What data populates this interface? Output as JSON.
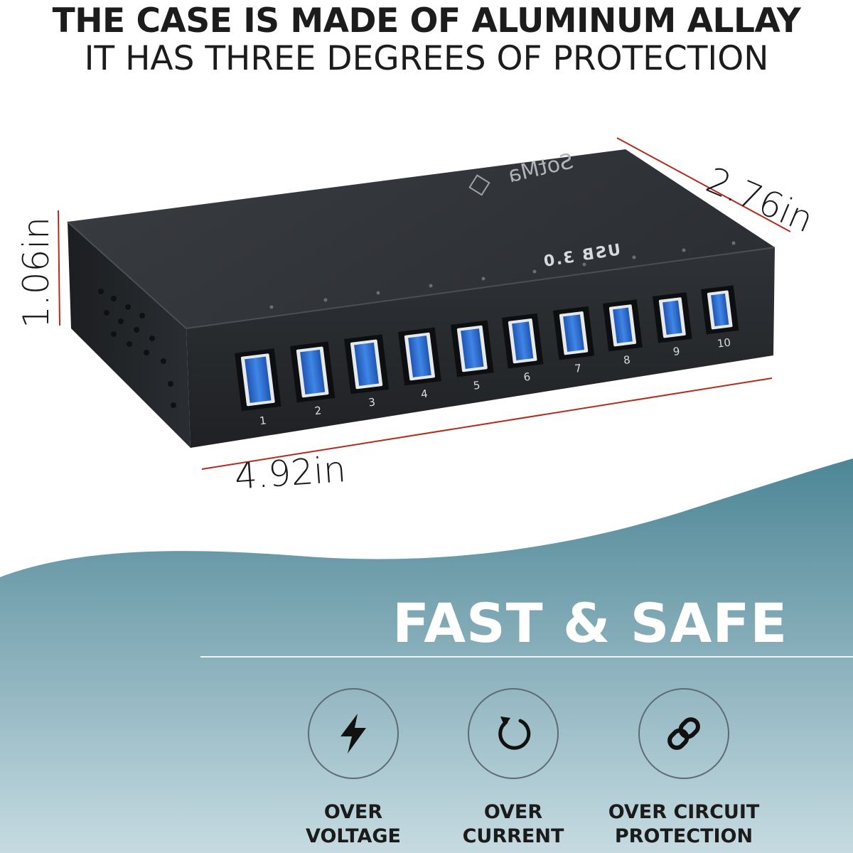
{
  "headline": {
    "line1": "THE CASE IS MADE OF ALUMINUM ALLAY",
    "line2": "IT HAS THREE DEGREES OF PROTECTION"
  },
  "product": {
    "brand": "SotMa",
    "badge": "USB 3.0",
    "ports": [
      "1",
      "2",
      "3",
      "4",
      "5",
      "6",
      "7",
      "8",
      "9",
      "10"
    ],
    "dimensions": {
      "width": "4.92in",
      "depth": "2.76in",
      "height": "1.06in"
    },
    "colors": {
      "case": "#2b2e31",
      "port_blue": "#2f6fd1",
      "dimension_line": "#b22c1e"
    }
  },
  "tagline": "FAST & SAFE",
  "features": [
    {
      "icon": "lightning-icon",
      "label_line1": "OVER",
      "label_line2": "VOLTAGE"
    },
    {
      "icon": "refresh-icon",
      "label_line1": "OVER",
      "label_line2": "CURRENT"
    },
    {
      "icon": "chain-link-icon",
      "label_line1": "OVER CIRCUIT",
      "label_line2": "PROTECTION"
    }
  ],
  "theme": {
    "wave_top": "#4d8696",
    "wave_bottom": "#c6dbe1"
  }
}
